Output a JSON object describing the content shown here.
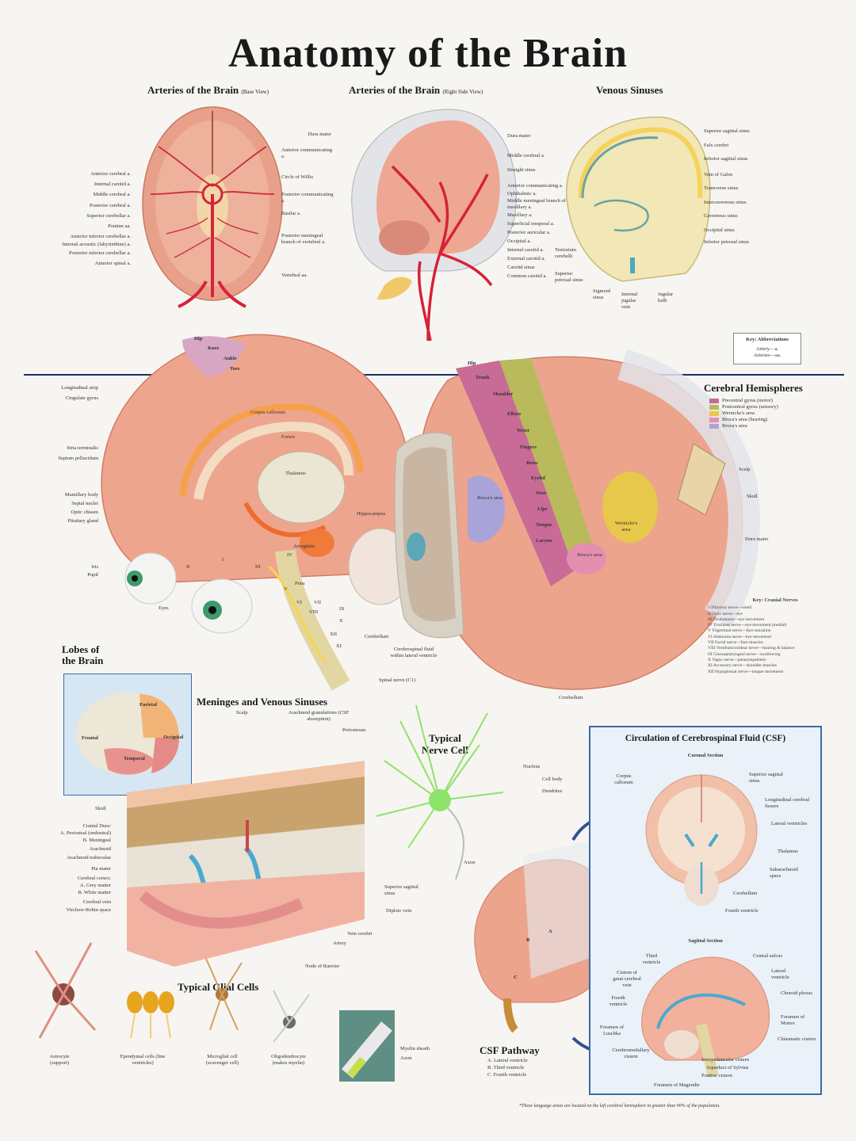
{
  "title": "Anatomy of the Brain",
  "arteries_base": {
    "heading": "Arteries of the Brain",
    "view": "(Base View)",
    "labels_left": [
      "Anterior cerebral a.",
      "Internal carotid a.",
      "Middle cerebral a.",
      "Posterior cerebral a.",
      "Superior cerebellar a.",
      "Pontine aa.",
      "Anterior inferior cerebellar a.",
      "Internal acoustic (labyrinthine) a.",
      "Posterior inferior cerebellar a.",
      "Anterior spinal a."
    ],
    "labels_right": [
      "Anterior communicating a.",
      "Circle of Willis",
      "Posterior communicating a.",
      "Basilar a.",
      "Posterior meningeal branch of vertebral a.",
      "Vertebral aa."
    ]
  },
  "arteries_side": {
    "heading": "Arteries of the Brain",
    "view": "(Right Side View)",
    "labels_left": [
      "Dura mater"
    ],
    "labels_right": [
      "Dura mater",
      "Middle cerebral a.",
      "Straight sinus",
      "Anterior communicating a.",
      "Ophthalmic a.",
      "Middle meningeal branch of maxillary a.",
      "Maxillary a.",
      "Superficial temporal a.",
      "Posterior auricular a.",
      "Occipital a.",
      "Internal carotid a.",
      "External carotid a.",
      "Carotid sinus",
      "Common carotid a."
    ]
  },
  "venous": {
    "heading": "Venous Sinuses",
    "labels_right": [
      "Superior sagittal sinus",
      "Falx cerebri",
      "Inferior sagittal sinus",
      "Vein of Galen",
      "Transverse sinus",
      "Intercavernous sinus",
      "Cavernous sinus",
      "Occipital sinus",
      "Inferior petrosal sinus"
    ],
    "labels_bottom": [
      "Tentorium cerebelli",
      "Superior petrosal sinus",
      "Sigmoid sinus",
      "Internal jugular vein",
      "Jugular bulb"
    ]
  },
  "abbrev": {
    "heading": "Key: Abbreviations",
    "items": [
      "Artery—a.",
      "Arteries—aa."
    ]
  },
  "midsagittal": {
    "labels_left": [
      "Longitudinal strip",
      "Cingulate gyrus",
      "Stria terminalis",
      "Septum pellucidum",
      "Mamillary body",
      "Septal nuclei",
      "Optic chiasm",
      "Pituitary gland",
      "Iris",
      "Pupil",
      "Eyes"
    ],
    "labels_inner": [
      "Corpus callosum",
      "Fornix",
      "Thalamus",
      "Hippocampus",
      "Amygdala",
      "Pons",
      "Cerebellum",
      "Cerebrospinal fluid within lateral ventricle",
      "Spinal nerve (C1)"
    ],
    "homunculus_top": [
      "Hip",
      "Knee",
      "Ankle",
      "Toes"
    ],
    "nerve_numerals": [
      "I",
      "II",
      "III",
      "IV",
      "V",
      "VI",
      "VII",
      "VIII",
      "IX",
      "X",
      "XI",
      "XII"
    ]
  },
  "hemispheres": {
    "heading": "Cerebral Hemispheres",
    "legend": [
      {
        "label": "Precentral gyrus (motor)",
        "color": "#c86b96"
      },
      {
        "label": "Postcentral gyrus (sensory)",
        "color": "#b8ba5c"
      },
      {
        "label": "Wernicke's area",
        "color": "#e8c84a"
      },
      {
        "label": "Broca's area (hearing)",
        "color": "#e48fb0"
      },
      {
        "label": "Broca's area",
        "color": "#a8a4d8"
      }
    ],
    "homunculus": [
      "Hip",
      "Trunk",
      "Shoulder",
      "Elbow",
      "Wrist",
      "Fingers",
      "Brow",
      "Eyelid",
      "Nose",
      "Lips",
      "Tongue",
      "Larynx"
    ],
    "areas": [
      "Broca's area",
      "Wernicke's area",
      "Broca's area"
    ],
    "labels_right": [
      "Scalp",
      "Skull",
      "Dura mater",
      "Cerebellum"
    ]
  },
  "cranial_nerves": {
    "heading": "Key: Cranial Nerves",
    "items": [
      "I Olfactory nerve—smell",
      "II Optic nerve—eye",
      "III Oculomotor—eye movement",
      "IV Trochlear nerve—eye movement (medial)",
      "V Trigeminal nerve—face sensation",
      "VI Abducens nerve—eye movement",
      "VII Facial nerve—face muscles",
      "VIII Vestibulocochlear nerve—hearing & balance",
      "IX Glossopharyngeal nerve—swallowing",
      "X Vagus nerve—parasympathetic",
      "XI Accessory nerve—shoulder muscles",
      "XII Hypoglossal nerve—tongue movement"
    ]
  },
  "lobes": {
    "heading_1": "Lobes of",
    "heading_2": "the Brain",
    "items": [
      "Frontal",
      "Parietal",
      "Occipital",
      "Temporal"
    ]
  },
  "meninges": {
    "heading": "Meninges and Venous Sinuses",
    "labels_top": [
      "Scalp",
      "Arachnoid granulations (CSF absorption)",
      "Periosteum"
    ],
    "labels_left": [
      "Skull",
      "Cranial Dura:",
      "A. Periosteal (endosteal)",
      "B. Meningeal",
      "Arachnoid",
      "Arachnoid trabeculae",
      "Pia mater",
      "Cerebral cortex:",
      "A. Grey matter",
      "B. White matter",
      "Cerebral vein",
      "Virchow-Robin space"
    ],
    "labels_right": [
      "Superior sagittal sinus",
      "Diploic vein",
      "Vein cerebri",
      "Artery"
    ]
  },
  "nerve_cell": {
    "heading_1": "Typical",
    "heading_2": "Nerve Cell",
    "labels": [
      "Nucleus",
      "Cell body",
      "Dendrites",
      "Axon",
      "Node of Ranvier",
      "Myelin sheath",
      "Axon"
    ]
  },
  "glial": {
    "heading": "Typical Glial Cells",
    "cells": [
      "Astrocyte (support)",
      "Ependymal cells (line ventricles)",
      "Microglial cell (scavenger cell)",
      "Oligodendrocyte (makes myelin)"
    ]
  },
  "pathway": {
    "heading": "CSF Pathway",
    "items": [
      "A. Lateral ventricle",
      "B. Third ventricle",
      "C. Fourth ventricle"
    ],
    "markers": [
      "A",
      "B",
      "C"
    ]
  },
  "csf": {
    "heading": "Circulation of Cerebrospinal Fluid (CSF)",
    "coronal_heading": "Coronal Section",
    "coronal_left": [
      "Corpus callosum"
    ],
    "coronal_right": [
      "Superior sagittal sinus",
      "Longitudinal cerebral fissure",
      "Lateral ventricles",
      "Thalamus",
      "Subarachnoid space",
      "Cerebellum",
      "Fourth ventricle"
    ],
    "sagittal_heading": "Sagittal Section",
    "sagittal_left": [
      "Third ventricle",
      "Cistern of great cerebral vein",
      "Fourth ventricle",
      "Foramen of Luschka",
      "Cerebromedullary cistern"
    ],
    "sagittal_right": [
      "Central sulcus",
      "Lateral ventricle",
      "Choroid plexus",
      "Foramen of Monro",
      "Chiasmatic cistern",
      "Interpeduncular cistern",
      "Aqueduct of Sylvius",
      "Pontine cistern",
      "Foramen of Magendie"
    ]
  },
  "footnote": "*These language areas are located on the left cerebral hemisphere in greater than 90% of the population."
}
